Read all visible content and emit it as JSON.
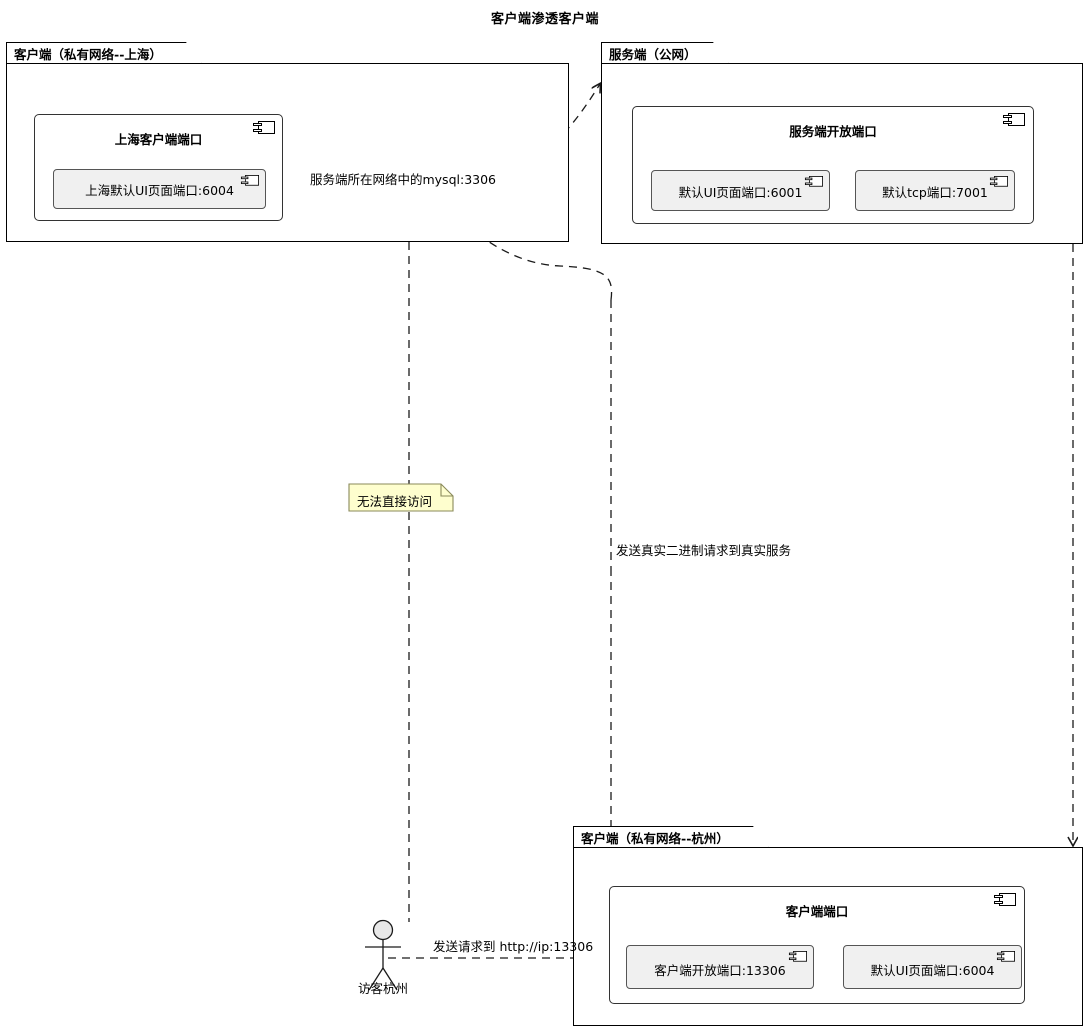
{
  "diagram": {
    "title": "客户端渗透客户端",
    "type": "uml-deployment-diagram"
  },
  "colors": {
    "background": "#FFFFFF",
    "stroke": "#000000",
    "component_fill": "#FFFFFF",
    "port_fill": "#F0F0F0",
    "note_fill": "#FEFECE",
    "note_border": "#A0A070",
    "database_fill": "#F0F0F0",
    "actor_fill": "#E8E8E8"
  },
  "packages": [
    {
      "id": "pkg-shanghai-client",
      "name": "客户端（私有网络--上海）",
      "components": [
        {
          "id": "comp-shanghai-client-port",
          "title": "上海客户端端口",
          "icon": "component-icon",
          "ports": [
            {
              "id": "port-shanghai-ui",
              "label": "上海默认UI页面端口:6004",
              "icon": "component-icon"
            }
          ]
        }
      ]
    },
    {
      "id": "pkg-server-public",
      "name": "服务端（公网）",
      "components": [
        {
          "id": "comp-server-open-port",
          "title": "服务端开放端口",
          "icon": "component-icon",
          "ports": [
            {
              "id": "port-server-ui",
              "label": "默认UI页面端口:6001",
              "icon": "component-icon"
            },
            {
              "id": "port-server-tcp",
              "label": "默认tcp端口:7001",
              "icon": "component-icon"
            }
          ]
        }
      ]
    },
    {
      "id": "pkg-hangzhou-client",
      "name": "客户端（私有网络--杭州）",
      "components": [
        {
          "id": "comp-hangzhou-client-port",
          "title": "客户端端口",
          "icon": "component-icon",
          "ports": [
            {
              "id": "port-hangzhou-open",
              "label": "客户端开放端口:13306",
              "icon": "component-icon"
            },
            {
              "id": "port-hangzhou-ui",
              "label": "默认UI页面端口:6004",
              "icon": "component-icon"
            }
          ]
        }
      ]
    }
  ],
  "database": {
    "id": "db-mysql",
    "label": "服务端所在网络中的mysql:3306",
    "icon": "database-cylinder-icon"
  },
  "note": {
    "id": "note-no-direct-access",
    "text": "无法直接访问",
    "icon": "note-folded-corner-icon"
  },
  "actor": {
    "id": "actor-visitor-hangzhou",
    "label": "访客杭州",
    "icon": "actor-stick-figure-icon"
  },
  "edges": [
    {
      "id": "edge-visitor-to-hangzhou-port",
      "label": "发送请求到 http://ip:13306",
      "style": "dashed",
      "arrow": "open"
    },
    {
      "id": "edge-binary-request",
      "label": "发送真实二进制请求到真实服务",
      "style": "dashed",
      "arrow": "none"
    },
    {
      "id": "edge-shanghai-to-server",
      "label": "",
      "style": "dashed",
      "arrow": "open"
    },
    {
      "id": "edge-server-to-mysql",
      "label": "",
      "style": "dashed",
      "arrow": "open"
    },
    {
      "id": "edge-server-to-hangzhou",
      "label": "",
      "style": "dashed",
      "arrow": "open"
    },
    {
      "id": "edge-visitor-to-mysql",
      "label": "",
      "style": "dashed",
      "arrow": "none"
    }
  ]
}
